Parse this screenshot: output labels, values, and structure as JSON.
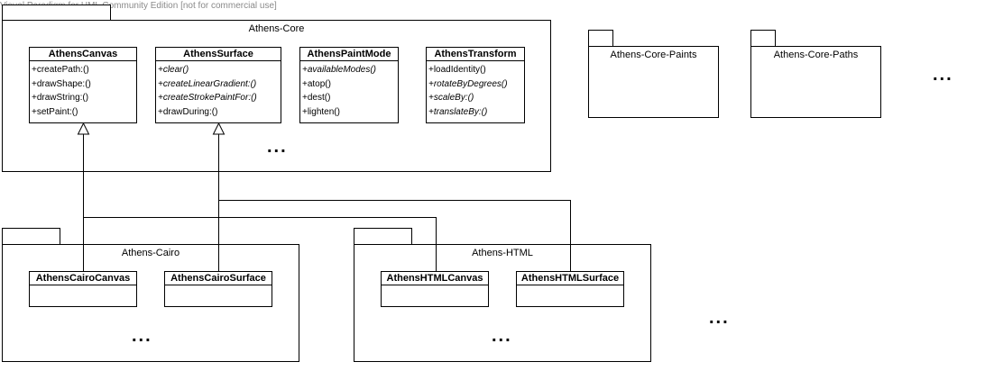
{
  "watermark": "Visual Paradigm for UML Community Edition [not for commercial use]",
  "packages": {
    "core": {
      "name": "Athens-Core"
    },
    "paints": {
      "name": "Athens-Core-Paints"
    },
    "paths": {
      "name": "Athens-Core-Paths"
    },
    "cairo": {
      "name": "Athens-Cairo"
    },
    "html": {
      "name": "Athens-HTML"
    }
  },
  "classes": {
    "canvas": {
      "name": "AthensCanvas",
      "ops": [
        "+createPath:()",
        "+drawShape:()",
        "+drawString:()",
        "+setPaint:()"
      ]
    },
    "surface": {
      "name": "AthensSurface",
      "ops": [
        "+clear()",
        "+createLinearGradient:()",
        "+createStrokePaintFor:()",
        "+drawDuring:()"
      ]
    },
    "paintMode": {
      "name": "AthensPaintMode",
      "ops": [
        "+availableModes()",
        "+atop()",
        "+dest()",
        "+lighten()"
      ]
    },
    "transform": {
      "name": "AthensTransform",
      "ops": [
        "+loadIdentity()",
        "+rotateByDegrees()",
        "+scaleBy:()",
        "+translateBy:()"
      ]
    },
    "cairoCanvas": {
      "name": "AthensCairoCanvas"
    },
    "cairoSurface": {
      "name": "AthensCairoSurface"
    },
    "htmlCanvas": {
      "name": "AthensHTMLCanvas"
    },
    "htmlSurface": {
      "name": "AthensHTMLSurface"
    }
  },
  "ellipsis": "..."
}
